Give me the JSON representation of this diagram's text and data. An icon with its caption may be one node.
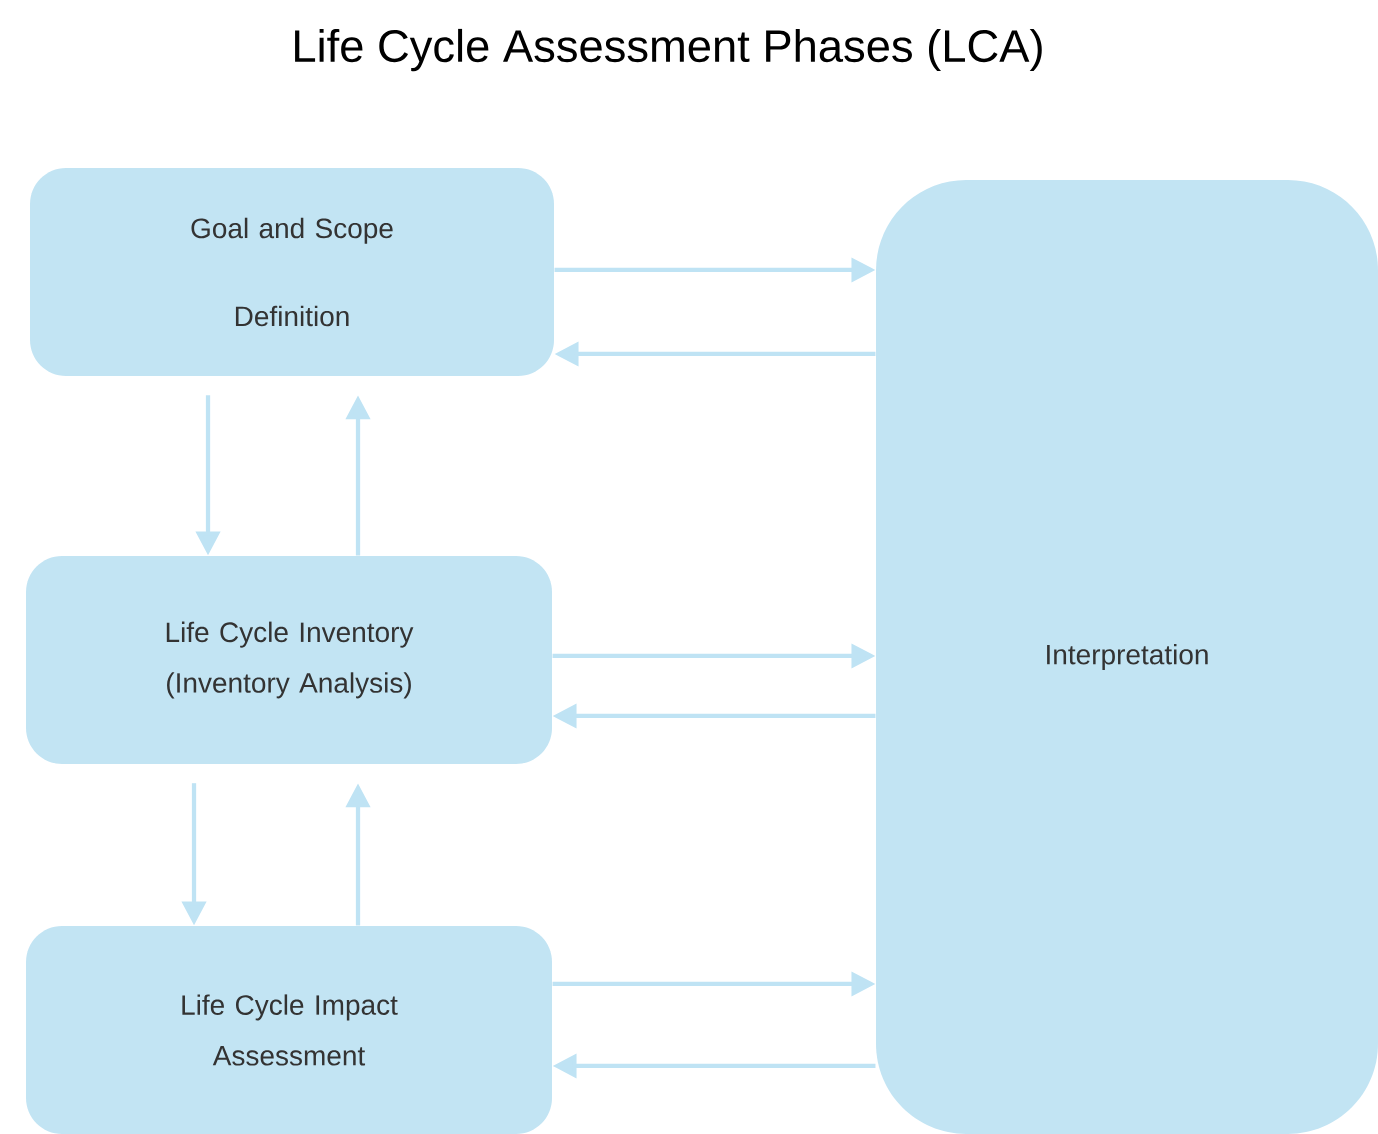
{
  "diagram": {
    "title": "Life Cycle Assessment Phases (LCA)",
    "nodes": [
      {
        "text": [
          "Goal and Scope Definition"
        ]
      },
      {
        "text": [
          "Life Cycle Inventory (Inventory Analysis)"
        ]
      },
      {
        "text": [
          "Life Cycle Impact Assessment"
        ]
      },
      {
        "text": [
          "Interpretation"
        ]
      }
    ],
    "edges": [
      {
        "from": 0,
        "to": 3,
        "arrow": "to"
      },
      {
        "from": 3,
        "to": 0,
        "arrow": "to"
      },
      {
        "from": 0,
        "to": 1,
        "arrow": "to"
      },
      {
        "from": 1,
        "to": 0,
        "arrow": "to"
      },
      {
        "from": 1,
        "to": 3,
        "arrow": "to"
      },
      {
        "from": 3,
        "to": 1,
        "arrow": "to"
      },
      {
        "from": 1,
        "to": 2,
        "arrow": "to"
      },
      {
        "from": 2,
        "to": 1,
        "arrow": "to"
      },
      {
        "from": 2,
        "to": 3,
        "arrow": "to"
      },
      {
        "from": 3,
        "to": 2,
        "arrow": "to"
      }
    ]
  }
}
